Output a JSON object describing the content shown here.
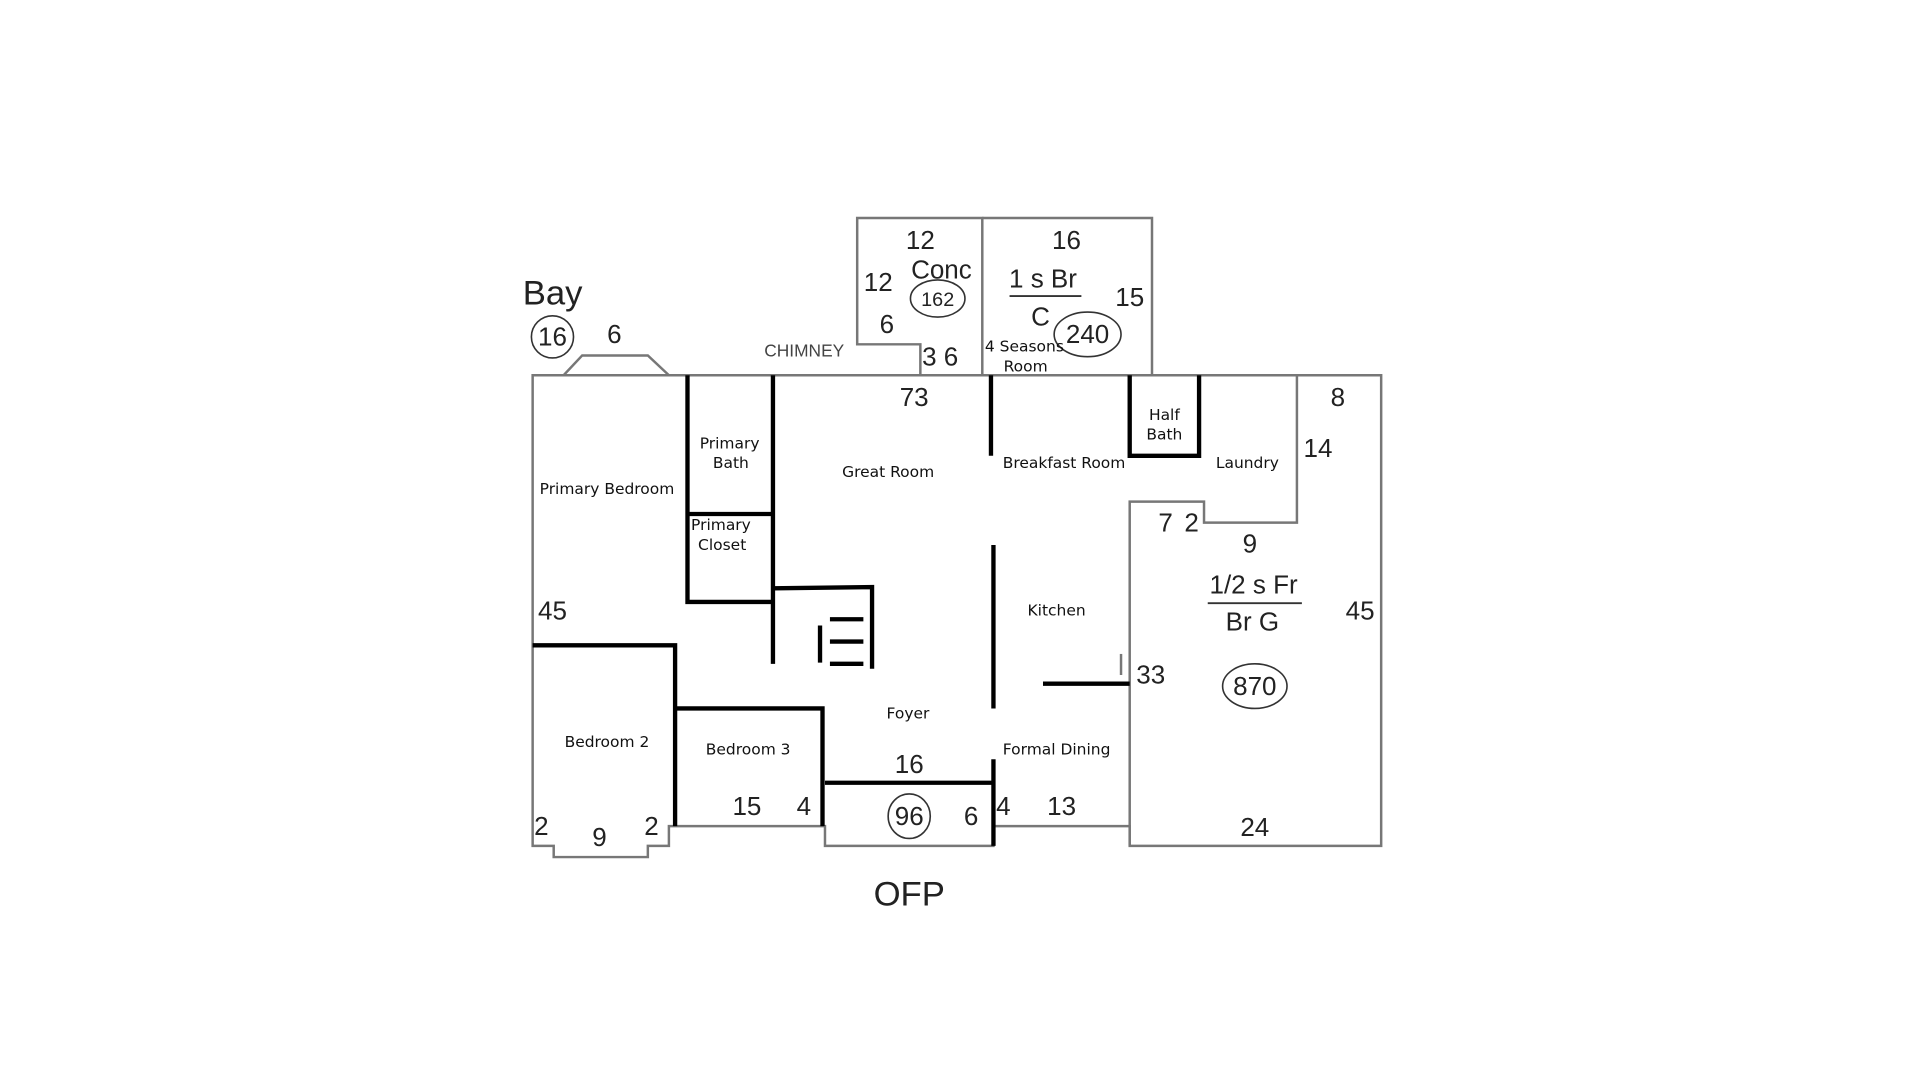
{
  "labels": {
    "bay": "Bay",
    "bay_area": "16",
    "bay_width": "6",
    "chimney": "CHIMNEY",
    "conc_top": "12",
    "conc_side": "12",
    "conc_label": "Conc",
    "conc_area": "162",
    "conc_notch": "6",
    "conc_bottom": "3 6",
    "seasons_top": "16",
    "seasons_code_top": "1 s Br",
    "seasons_code_bottom": "C",
    "seasons_side": "15",
    "seasons_area": "240",
    "seasons_room_line1": "4 Seasons",
    "seasons_room_line2": "Room",
    "top_dim": "73",
    "right_top_a": "8",
    "right_top_b": "14",
    "garage_dims_a": "7",
    "garage_dims_b": "2",
    "garage_dim_9": "9",
    "garage_code_top": "1/2 s Fr",
    "garage_code_bottom": "Br G",
    "garage_side": "33",
    "garage_area": "870",
    "garage_bottom": "24",
    "right_dim": "45",
    "left_dim": "45",
    "porch_top": "16",
    "porch_area": "96",
    "porch_side": "6",
    "porch_left": "4",
    "porch_right": "4",
    "bed3_dim": "15",
    "dining_dim": "13",
    "bay2_a": "2",
    "bay2_b": "9",
    "bay2_c": "2",
    "ofp": "OFP"
  },
  "rooms": {
    "primary_bedroom": "Primary Bedroom",
    "primary_bath_1": "Primary",
    "primary_bath_2": "Bath",
    "primary_closet_1": "Primary",
    "primary_closet_2": "Closet",
    "great_room": "Great Room",
    "breakfast_room": "Breakfast Room",
    "half_bath_1": "Half",
    "half_bath_2": "Bath",
    "laundry": "Laundry",
    "kitchen": "Kitchen",
    "bedroom2": "Bedroom 2",
    "bedroom3": "Bedroom 3",
    "foyer": "Foyer",
    "formal_dining": "Formal Dining"
  }
}
